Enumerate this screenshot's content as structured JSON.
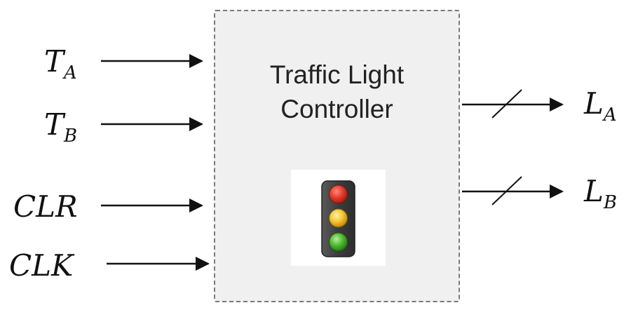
{
  "block": {
    "title_line1": "Traffic Light",
    "title_line2": "Controller"
  },
  "inputs": [
    {
      "name": "T",
      "sub": "A"
    },
    {
      "name": "T",
      "sub": "B"
    },
    {
      "name": "CLR",
      "sub": ""
    },
    {
      "name": "CLK",
      "sub": ""
    }
  ],
  "outputs": [
    {
      "name": "L",
      "sub": "A"
    },
    {
      "name": "L",
      "sub": "B"
    }
  ],
  "icon": "traffic-light-icon",
  "colors": {
    "block_fill": "#f0f0f0",
    "block_border": "#7a7a7a",
    "lamp_red": "#e53a2c",
    "lamp_yellow": "#f4c430",
    "lamp_green": "#4cb82f",
    "housing": "#4a4a4a"
  }
}
